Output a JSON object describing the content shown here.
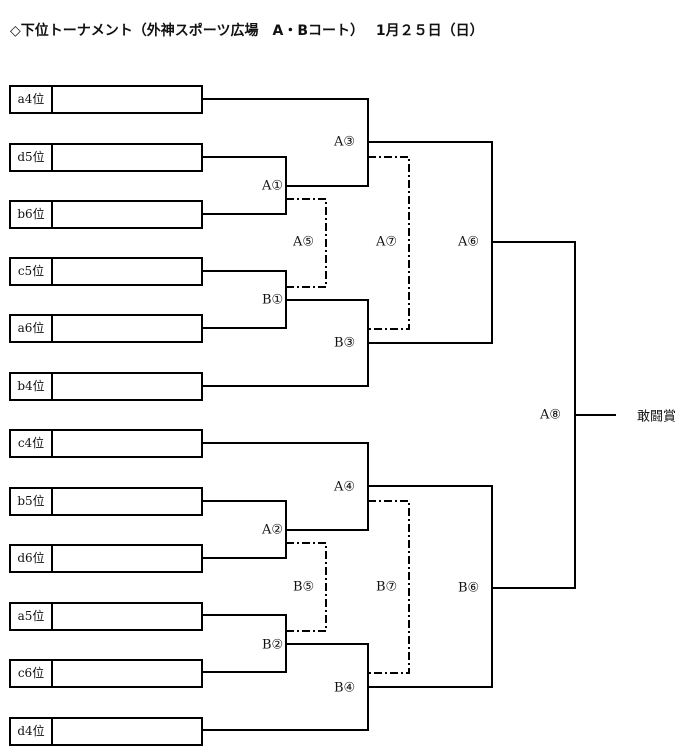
{
  "title": "◇下位トーナメント（外神スポーツ広場　A・Bコート）　 1月２５日（日）",
  "entrants": [
    "a4位",
    "d5位",
    "b6位",
    "c5位",
    "a6位",
    "b4位",
    "c4位",
    "b5位",
    "d6位",
    "a5位",
    "c6位",
    "d4位"
  ],
  "matches": {
    "A1": "A①",
    "B1": "B①",
    "A3": "A③",
    "B3": "B③",
    "A5": "A⑤",
    "A7": "A⑦",
    "A6": "A⑥",
    "A2": "A②",
    "B2": "B②",
    "A4": "A④",
    "B4": "B④",
    "B5": "B⑤",
    "B7": "B⑦",
    "B6": "B⑥",
    "A8": "A⑧"
  },
  "award": "敢闘賞"
}
